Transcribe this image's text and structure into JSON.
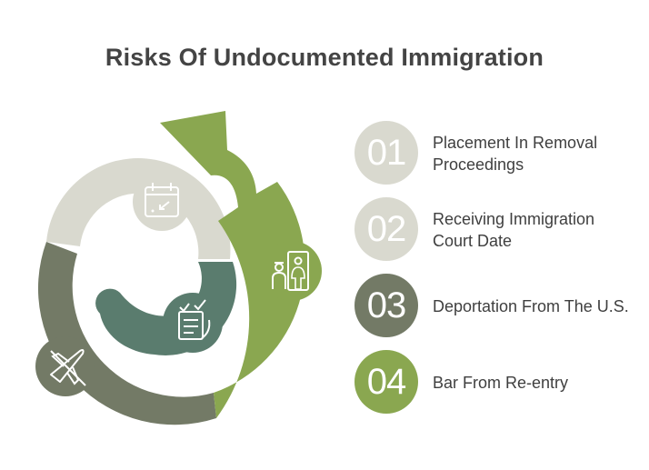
{
  "title": "Risks Of Undocumented Immigration",
  "colors": {
    "light_gray": "#d9d9cf",
    "dark_olive": "#737a66",
    "teal": "#5a7c6e",
    "green": "#8aa750",
    "title_text": "#444444",
    "label_text": "#3f3f3f"
  },
  "steps": [
    {
      "number": "01",
      "label": "Placement In Removal Proceedings",
      "color": "#d9d9cf",
      "icon": "calendar-icon"
    },
    {
      "number": "02",
      "label": "Receiving Immigration Court Date",
      "color": "#d9d9cf",
      "icon": "checklist-icon"
    },
    {
      "number": "03",
      "label": "Deportation From The U.S.",
      "color": "#737a66",
      "icon": "airplane-icon"
    },
    {
      "number": "04",
      "label": "Bar From Re-entry",
      "color": "#8aa750",
      "icon": "security-gate-icon"
    }
  ]
}
